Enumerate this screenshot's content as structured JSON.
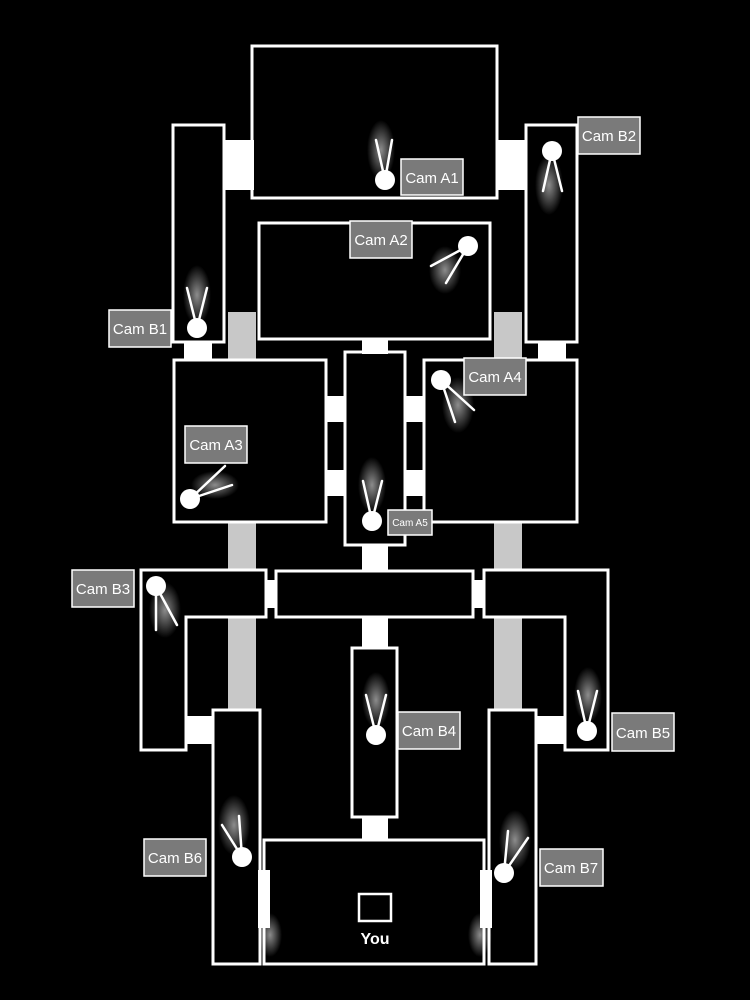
{
  "map": {
    "player_label": "You",
    "colors": {
      "background": "#000000",
      "walls": "#ffffff",
      "hallway": "#c8c8c8",
      "camera_label_bg": "#7a7a7a"
    }
  },
  "cameras": {
    "a1": "Cam A1",
    "a2": "Cam A2",
    "a3": "Cam A3",
    "a4": "Cam A4",
    "a5": "Cam A5",
    "b1": "Cam B1",
    "b2": "Cam B2",
    "b3": "Cam B3",
    "b4": "Cam B4",
    "b5": "Cam B5",
    "b6": "Cam B6",
    "b7": "Cam B7"
  }
}
